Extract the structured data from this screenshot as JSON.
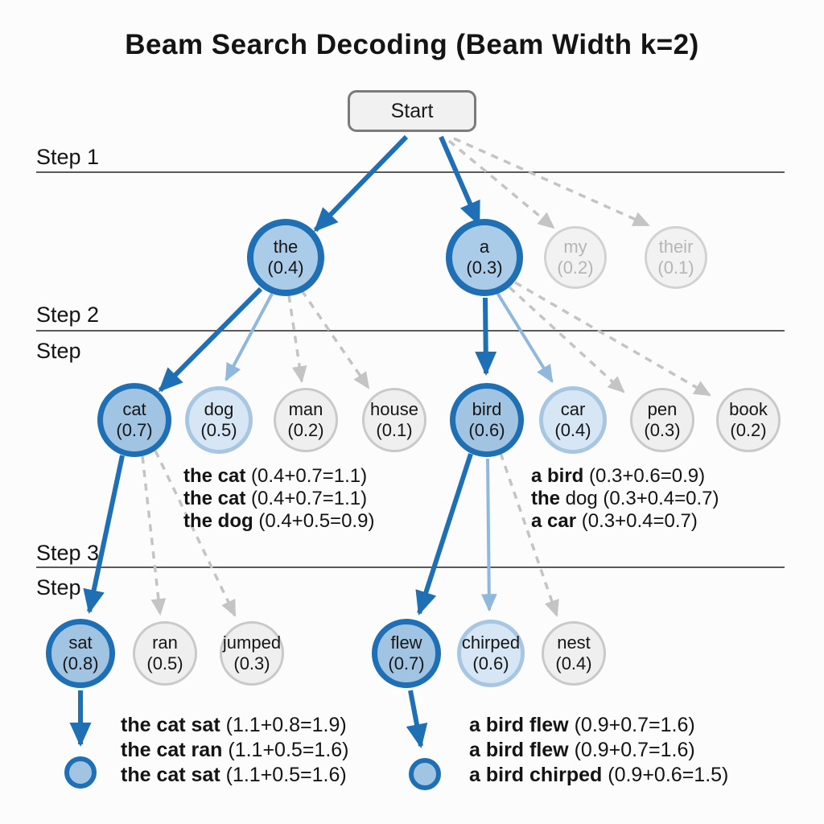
{
  "title": "Beam Search Decoding (Beam Width k=2)",
  "start": {
    "label": "Start"
  },
  "steps": {
    "step1": {
      "label": "Step 1"
    },
    "step2": {
      "label": "Step 2",
      "sublabel": "Step"
    },
    "step3": {
      "label": "Step 3",
      "sublabel": "Step"
    }
  },
  "nodes": {
    "the": {
      "word": "the",
      "prob": "(0.4)",
      "state": "selected"
    },
    "a": {
      "word": "a",
      "prob": "(0.3)",
      "state": "selected"
    },
    "my": {
      "word": "my",
      "prob": "(0.2)",
      "state": "pruned-faded"
    },
    "their": {
      "word": "their",
      "prob": "(0.1)",
      "state": "pruned-faded"
    },
    "cat": {
      "word": "cat",
      "prob": "(0.7)",
      "state": "selected"
    },
    "dog": {
      "word": "dog",
      "prob": "(0.5)",
      "state": "candidate"
    },
    "man": {
      "word": "man",
      "prob": "(0.2)",
      "state": "pruned"
    },
    "house": {
      "word": "house",
      "prob": "(0.1)",
      "state": "pruned"
    },
    "bird": {
      "word": "bird",
      "prob": "(0.6)",
      "state": "selected"
    },
    "car": {
      "word": "car",
      "prob": "(0.4)",
      "state": "candidate"
    },
    "pen": {
      "word": "pen",
      "prob": "(0.3)",
      "state": "pruned"
    },
    "book": {
      "word": "book",
      "prob": "(0.2)",
      "state": "pruned"
    },
    "sat": {
      "word": "sat",
      "prob": "(0.8)",
      "state": "selected"
    },
    "ran": {
      "word": "ran",
      "prob": "(0.5)",
      "state": "pruned"
    },
    "jumped": {
      "word": "jumped",
      "prob": "(0.3)",
      "state": "pruned"
    },
    "flew": {
      "word": "flew",
      "prob": "(0.7)",
      "state": "selected"
    },
    "chirped": {
      "word": "chirped",
      "prob": "(0.6)",
      "state": "candidate"
    },
    "nest": {
      "word": "nest",
      "prob": "(0.4)",
      "state": "pruned"
    }
  },
  "annotations": {
    "step2_left": [
      {
        "bold": "the cat",
        "rest": " (0.4+0.7=1.1)"
      },
      {
        "bold": "the cat",
        "rest": " (0.4+0.7=1.1)"
      },
      {
        "bold": "the dog",
        "rest": " (0.4+0.5=0.9)"
      }
    ],
    "step2_right": [
      {
        "bold": "a bird",
        "rest": " (0.3+0.6=0.9)"
      },
      {
        "bold": "the",
        "rest": " dog (0.3+0.4=0.7)"
      },
      {
        "bold": "a car",
        "rest": " (0.3+0.4=0.7)"
      }
    ],
    "step3_left": [
      {
        "bold": "the cat sat",
        "rest": " (1.1+0.8=1.9)"
      },
      {
        "bold": "the cat ran",
        "rest": " (1.1+0.5=1.6)"
      },
      {
        "bold": "the cat sat",
        "rest": " (1.1+0.5=1.6)"
      }
    ],
    "step3_right": [
      {
        "bold": "a bird flew",
        "rest": " (0.9+0.7=1.6)"
      },
      {
        "bold": "a bird flew",
        "rest": " (0.9+0.7=1.6)"
      },
      {
        "bold": "a bird chirped",
        "rest": " (0.9+0.6=1.5)"
      }
    ]
  },
  "colors": {
    "selected_border": "#1e6fb4",
    "selected_fill": "#a5c8e6",
    "candidate_border": "#a6c6e2",
    "candidate_fill": "#d7e6f4",
    "pruned_border": "#c9c9c9",
    "pruned_fill": "#efefef",
    "dashed_edge": "#c4c4c4",
    "light_edge": "#8fb8dc"
  }
}
